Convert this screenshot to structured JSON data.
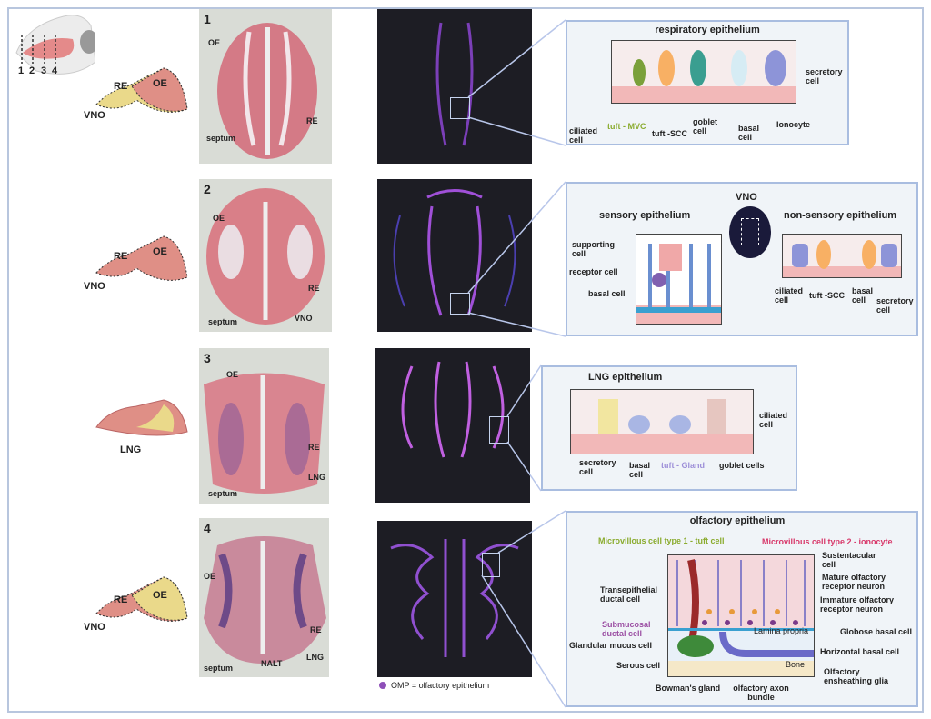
{
  "overview": {
    "section_numbers": [
      "1",
      "2",
      "3",
      "4"
    ]
  },
  "rows": [
    {
      "number": "1",
      "schematic": {
        "re": "RE",
        "oe": "OE",
        "vno": "VNO"
      },
      "histo": {
        "oe": "OE",
        "re": "RE",
        "septum": "septum"
      }
    },
    {
      "number": "2",
      "schematic": {
        "re": "RE",
        "oe": "OE",
        "vno": "VNO"
      },
      "histo": {
        "oe": "OE",
        "re": "RE",
        "septum": "septum",
        "vno": "VNO"
      }
    },
    {
      "number": "3",
      "schematic": {
        "lng": "LNG"
      },
      "histo": {
        "oe": "OE",
        "re": "RE",
        "septum": "septum",
        "lng": "LNG"
      }
    },
    {
      "number": "4",
      "schematic": {
        "re": "RE",
        "oe": "OE",
        "vno": "VNO"
      },
      "histo": {
        "oe": "OE",
        "re": "RE",
        "septum": "septum",
        "nalt": "NALT",
        "lng": "LNG"
      }
    }
  ],
  "respiratory": {
    "title": "respiratory epithelium",
    "labels": {
      "ciliated": "ciliated cell",
      "tuft_mvc": "tuft - MVC",
      "tuft_scc": "tuft -SCC",
      "goblet": "goblet cell",
      "basal": "basal cell",
      "ionocyte": "Ionocyte",
      "secretory": "secretory cell"
    }
  },
  "vno_panel": {
    "title": "VNO",
    "sensory": {
      "title": "sensory epithelium",
      "supporting": "supporting cell",
      "receptor": "receptor cell",
      "basal": "basal cell"
    },
    "nonsensory": {
      "title": "non-sensory epithelium",
      "ciliated": "ciliated cell",
      "tuft_scc": "tuft -SCC",
      "basal": "basal cell",
      "secretory": "secretory cell"
    }
  },
  "lng_panel": {
    "title": "LNG epithelium",
    "labels": {
      "ciliated": "ciliated cell",
      "secretory": "secretory cell",
      "basal": "basal cell",
      "tuft_gland": "tuft - Gland",
      "goblet": "goblet cells"
    }
  },
  "olfactory": {
    "title": "olfactory epithelium",
    "labels": {
      "mv1": "Microvillous cell type 1 - tuft cell",
      "mv2": "Microvillous cell type 2 - ionocyte",
      "sustentacular": "Sustentacular cell",
      "mature": "Mature olfactory receptor neuron",
      "immature": "Immature olfactory receptor neuron",
      "globose": "Globose basal cell",
      "horizontal": "Horizontal basal cell",
      "ensheathing": "Olfactory ensheathing glia",
      "transepithelial": "Transepithelial ductal cell",
      "submucosal": "Submucosal ductal cell",
      "glandular": "Glandular mucus cell",
      "serous": "Serous cell",
      "bowman": "Bowman's gland",
      "axon": "olfactory axon bundle",
      "lamina": "Lamina propria",
      "bone": "Bone"
    }
  },
  "legend": {
    "omp": "OMP = olfactory epithelium"
  },
  "colors": {
    "green": "#8aab2e",
    "pink": "#d8386a",
    "purple": "#9b4fa3",
    "lavender": "#9d8fd8",
    "omp": "#8e4fb8",
    "frame": "#b8c6de"
  }
}
